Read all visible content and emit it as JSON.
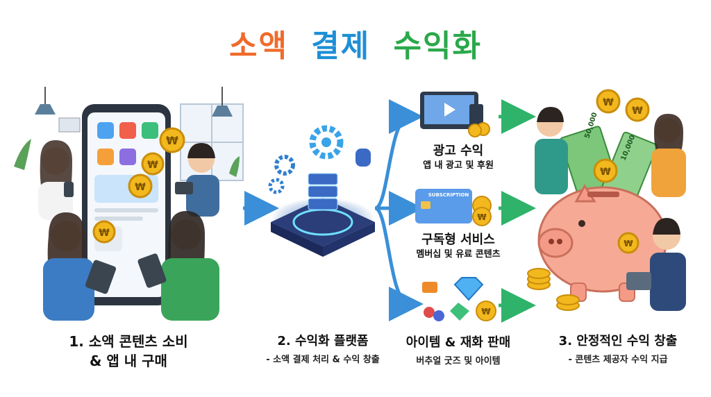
{
  "title": {
    "part1": "소액",
    "part2": "결제",
    "part3": "수익화",
    "color1": "#f06b2b",
    "color2": "#1d8fd6",
    "color3": "#2aa84a"
  },
  "step1": {
    "line1": "1. 소액 콘텐츠 소비",
    "line2": "& 앱 내 구매"
  },
  "step2": {
    "title": "2. 수익화 플랫폼",
    "subtitle": "- 소액 결제 처리 & 수익 창출"
  },
  "branches": [
    {
      "title": "광고 수익",
      "subtitle": "앱 내 광고 및 후원"
    },
    {
      "title": "구독형 서비스",
      "subtitle": "멤버십 및 유료 콘텐츠",
      "card_text": "SUBSCRIPTION"
    },
    {
      "title": "아이템 & 재화 판매",
      "subtitle": "버추얼 굿즈 및 아이템"
    }
  ],
  "step3": {
    "title": "3. 안정적인 수익 창출",
    "subtitle": "- 콘텐츠 제공자 수익 지급"
  },
  "coin_symbol": "₩",
  "bills": [
    "50,000",
    "10,000"
  ],
  "colors": {
    "arrow_blue": "#3a8fd8",
    "arrow_green": "#2fb36a",
    "coin": "#f2b81e",
    "piggy": "#f6a995"
  },
  "icons": [
    "app-store-icon",
    "gift-icon",
    "image-icon",
    "cart-icon",
    "gear-icon",
    "server-icon",
    "tv-icon",
    "credit-card-icon",
    "diamond-icon",
    "piggy-bank-icon"
  ]
}
